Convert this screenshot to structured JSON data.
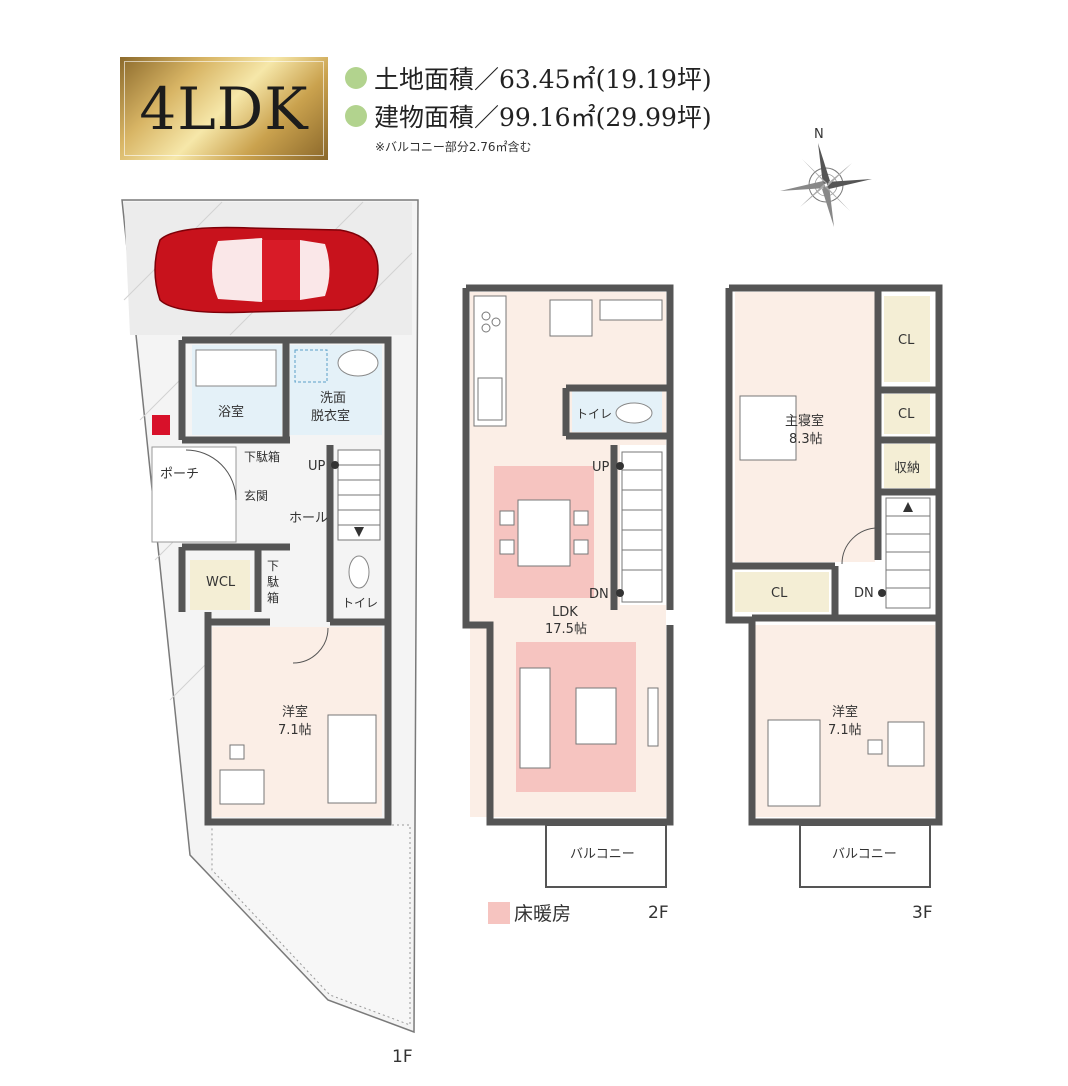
{
  "layout_label": "4LDK",
  "land_area": "土地面積／63.45㎡(19.19坪)",
  "building_area": "建物面積／99.16㎡(29.99坪)",
  "balcony_note": "※バルコニー部分2.76㎡含む",
  "compass_label": "N",
  "legend": {
    "label": "床暖房",
    "color": "#f6c4c0"
  },
  "colors": {
    "wall": "#555555",
    "room_pink": "#fbeee6",
    "wet_blue": "#e4f1f8",
    "storage_yellow": "#f4eed5",
    "floor_heating": "#f6c4c0",
    "car": "#c8121c",
    "garden": "#f2f2f2",
    "accent_green": "#b2d38e"
  },
  "floors": {
    "f1": {
      "label": "1F",
      "rooms": {
        "bath": "浴室",
        "washroom_line1": "洗面",
        "washroom_line2": "脱衣室",
        "porch": "ポーチ",
        "shoe_box": "下駄箱",
        "entrance": "玄関",
        "hall": "ホール",
        "up": "UP",
        "shoe_box2_line1": "下",
        "shoe_box2_line2": "駄",
        "shoe_box2_line3": "箱",
        "toilet": "トイレ",
        "wcl": "WCL",
        "room_name": "洋室",
        "room_size": "7.1帖"
      }
    },
    "f2": {
      "label": "2F",
      "rooms": {
        "toilet": "トイレ",
        "up": "UP",
        "dn": "DN",
        "ldk_name": "LDK",
        "ldk_size": "17.5帖",
        "balcony": "バルコニー"
      }
    },
    "f3": {
      "label": "3F",
      "rooms": {
        "cl_top": "CL",
        "master_name": "主寝室",
        "master_size": "8.3帖",
        "cl_mid": "CL",
        "storage": "収納",
        "cl_bottom": "CL",
        "dn": "DN",
        "room_name": "洋室",
        "room_size": "7.1帖",
        "balcony": "バルコニー"
      }
    }
  }
}
